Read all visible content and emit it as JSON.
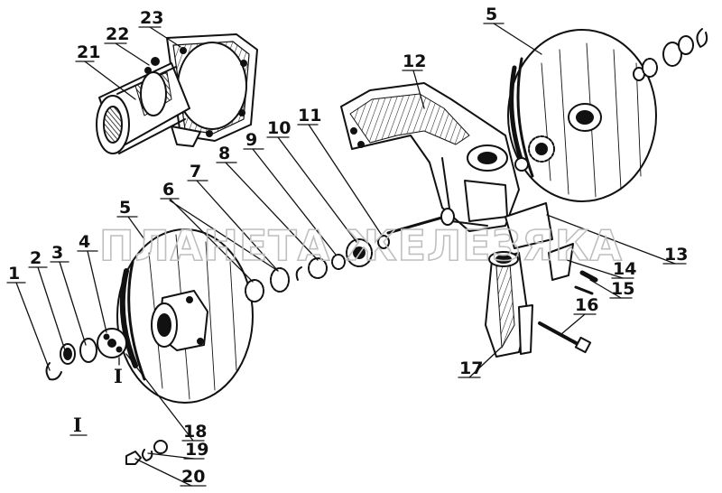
{
  "watermark": "ПЛАНЕТА ЖЕЛЕЗЯКА",
  "callouts": [
    "1",
    "2",
    "3",
    "4",
    "5",
    "5",
    "6",
    "7",
    "8",
    "9",
    "10",
    "11",
    "12",
    "13",
    "14",
    "15",
    "16",
    "17",
    "18",
    "19",
    "20",
    "21",
    "22",
    "23"
  ],
  "detail_mark": "I",
  "detail_title": "I",
  "colors": {
    "ink": "#111111",
    "watermark": "#bfbfbf",
    "background": "#ffffff"
  }
}
